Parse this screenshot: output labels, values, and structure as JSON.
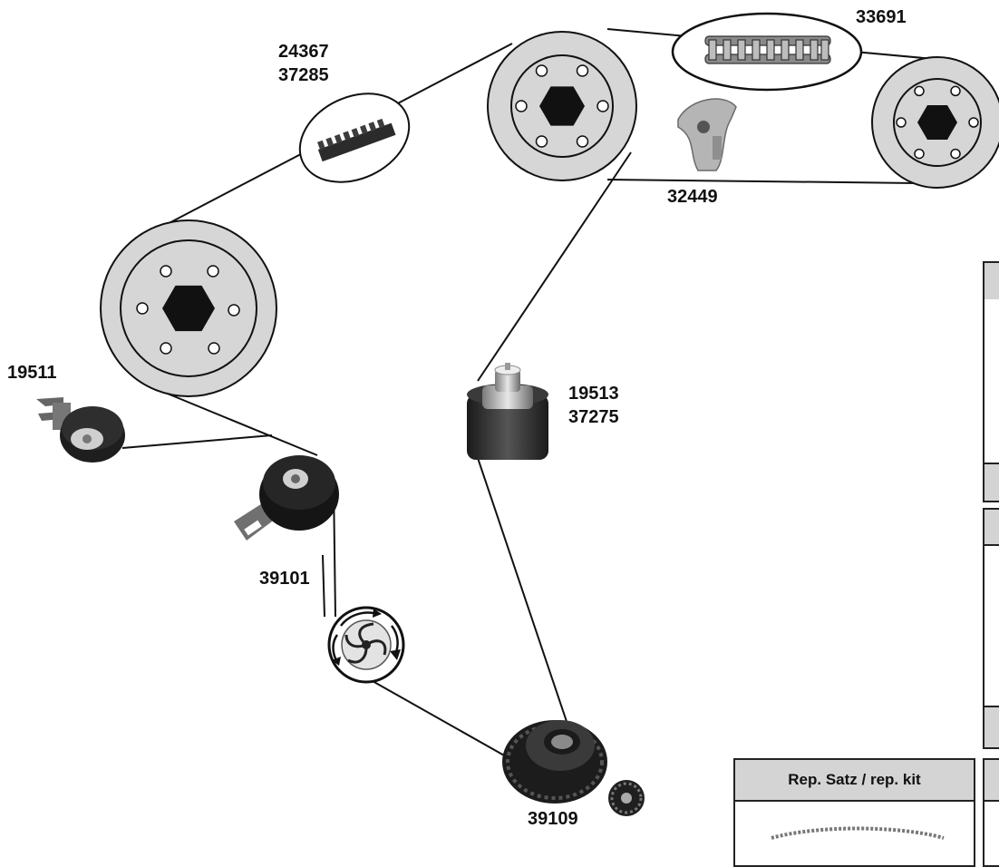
{
  "labels": {
    "belt": [
      "24367",
      "37285"
    ],
    "chain": "33691",
    "chain_guide": "32449",
    "tensioner_left": "19511",
    "idler": [
      "19513",
      "37275"
    ],
    "tensioner": "39101",
    "crank_pulley": "39109"
  },
  "kit_panel": {
    "title": "Rep. Satz / rep. kit"
  }
}
